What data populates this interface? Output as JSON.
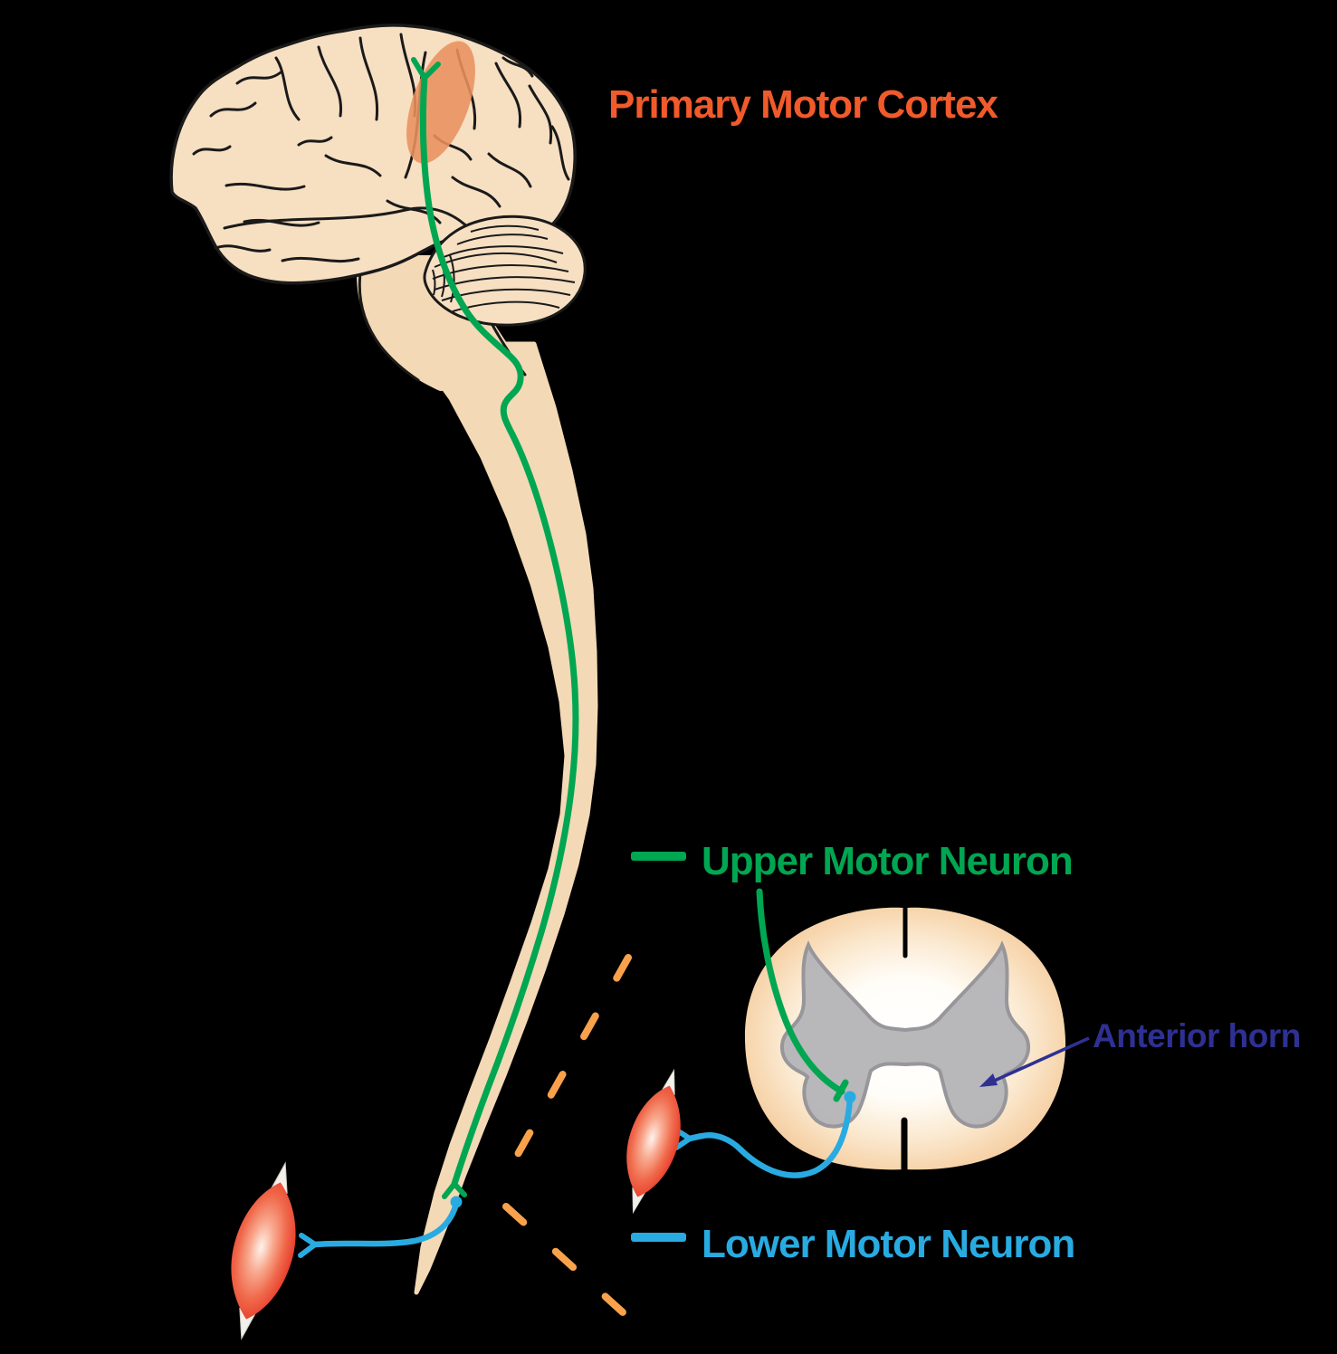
{
  "page": {
    "background": "#000000"
  },
  "labels": {
    "primary_motor_cortex": {
      "text": "Primary Motor Cortex",
      "color": "#F15A2B"
    },
    "upper_motor_neuron": {
      "text": "Upper Motor Neuron",
      "color": "#00A651"
    },
    "lower_motor_neuron": {
      "text": "Lower Motor Neuron",
      "color": "#29ABE2"
    },
    "anterior_horn": {
      "text": "Anterior horn",
      "color": "#2E3192"
    }
  },
  "legend": {
    "upper_marker_color": "#00A651",
    "lower_marker_color": "#29ABE2"
  },
  "colors": {
    "background": "#000000",
    "brain_fill": "#F7DFC2",
    "brain_outline": "#1A1A1A",
    "cortex_highlight": "#E9925F",
    "spinal_cord_fill": "#F3D9B5",
    "upper_motor_neuron": "#00A651",
    "lower_motor_neuron": "#29ABE2",
    "section_edge": "#F3C89E",
    "gray_matter_fill": "#B5B4B7",
    "gray_matter_border": "#97969A",
    "section_cut_dash": "#F9A24B",
    "muscle_edge": "#E8392B",
    "muscle_highlight": "#FFEFE8",
    "tendon_fill": "#F2F0EA",
    "anterior_horn_arrow": "#2E3192"
  },
  "structures": {
    "brain": "brain-lateral-view",
    "cerebellum": "cerebellum",
    "spinal_cord": "spinal-cord",
    "cross_section": "spinal-cord-cross-section",
    "gray_matter": "gray-matter-butterfly",
    "muscles": "skeletal-muscle-spindle",
    "cut_lines": "section-projection-dashes"
  }
}
